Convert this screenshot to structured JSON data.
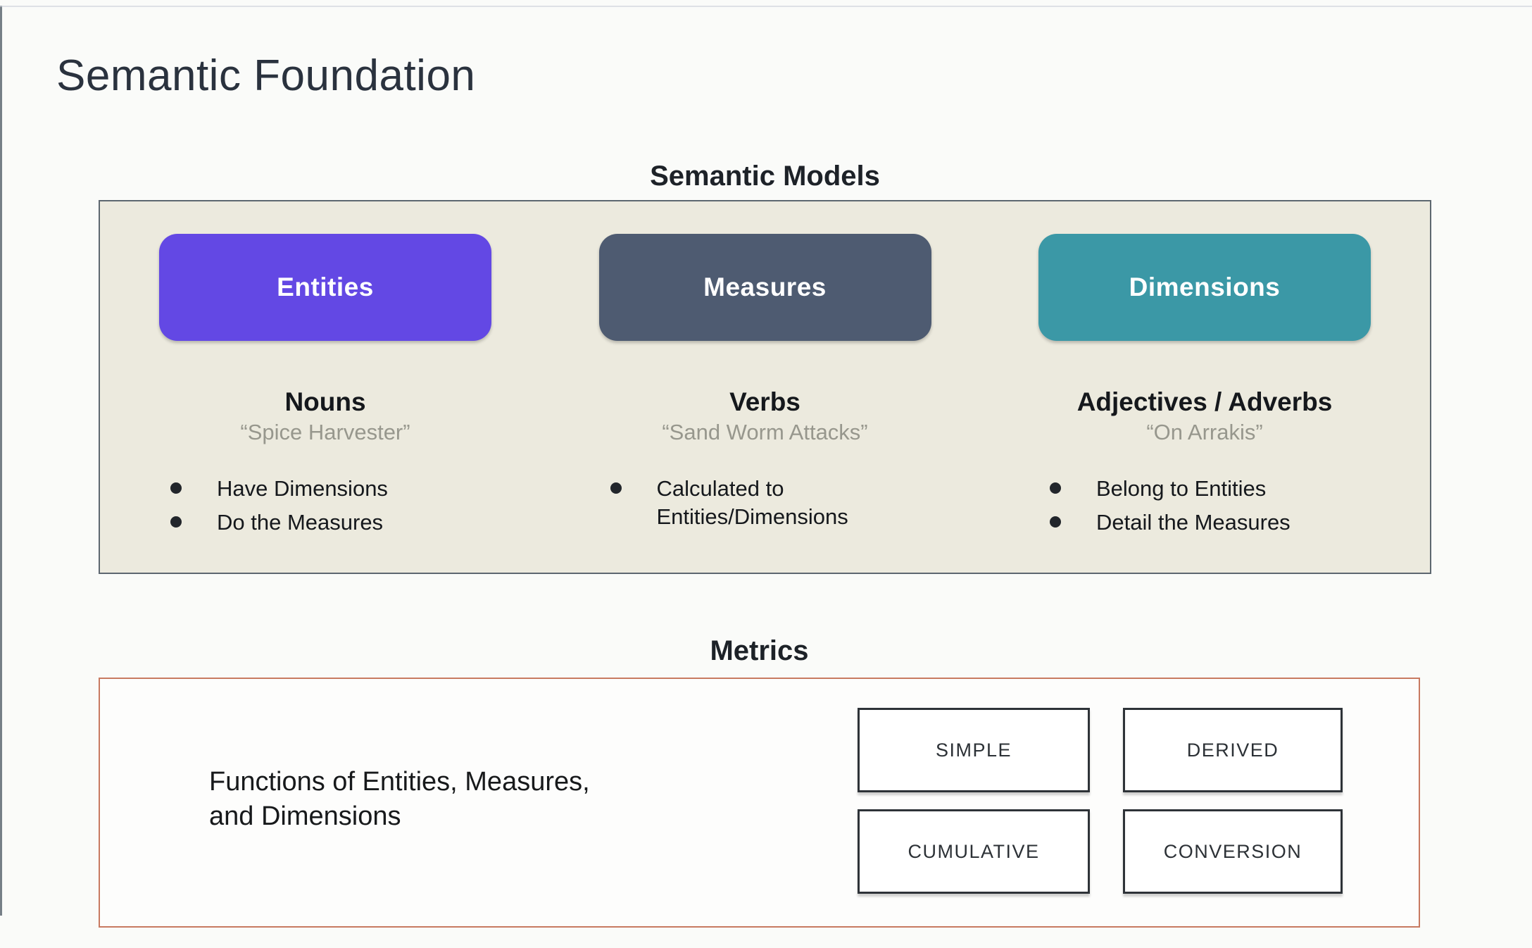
{
  "page": {
    "title": "Semantic Foundation"
  },
  "semantic_models": {
    "label": "Semantic Models",
    "panel_background": "#eceade",
    "panel_border": "#5d6770",
    "columns": [
      {
        "name": "Entities",
        "color": "#6348e4",
        "part_of_speech": "Nouns",
        "example": "“Spice Harvester”",
        "bullets": [
          "Have Dimensions",
          "Do the Measures"
        ]
      },
      {
        "name": "Measures",
        "color": "#4e5b71",
        "part_of_speech": "Verbs",
        "example": "“Sand Worm Attacks”",
        "bullets": [
          "Calculated to Entities/Dimensions"
        ]
      },
      {
        "name": "Dimensions",
        "color": "#3b98a6",
        "part_of_speech": "Adjectives / Adverbs",
        "example": "“On Arrakis”",
        "bullets": [
          "Belong to Entities",
          "Detail the Measures"
        ]
      }
    ]
  },
  "metrics": {
    "label": "Metrics",
    "panel_border": "#c87a61",
    "description_lines": [
      "Functions of Entities, Measures,",
      "and Dimensions"
    ],
    "types": [
      "SIMPLE",
      "DERIVED",
      "CUMULATIVE",
      "CONVERSION"
    ]
  }
}
